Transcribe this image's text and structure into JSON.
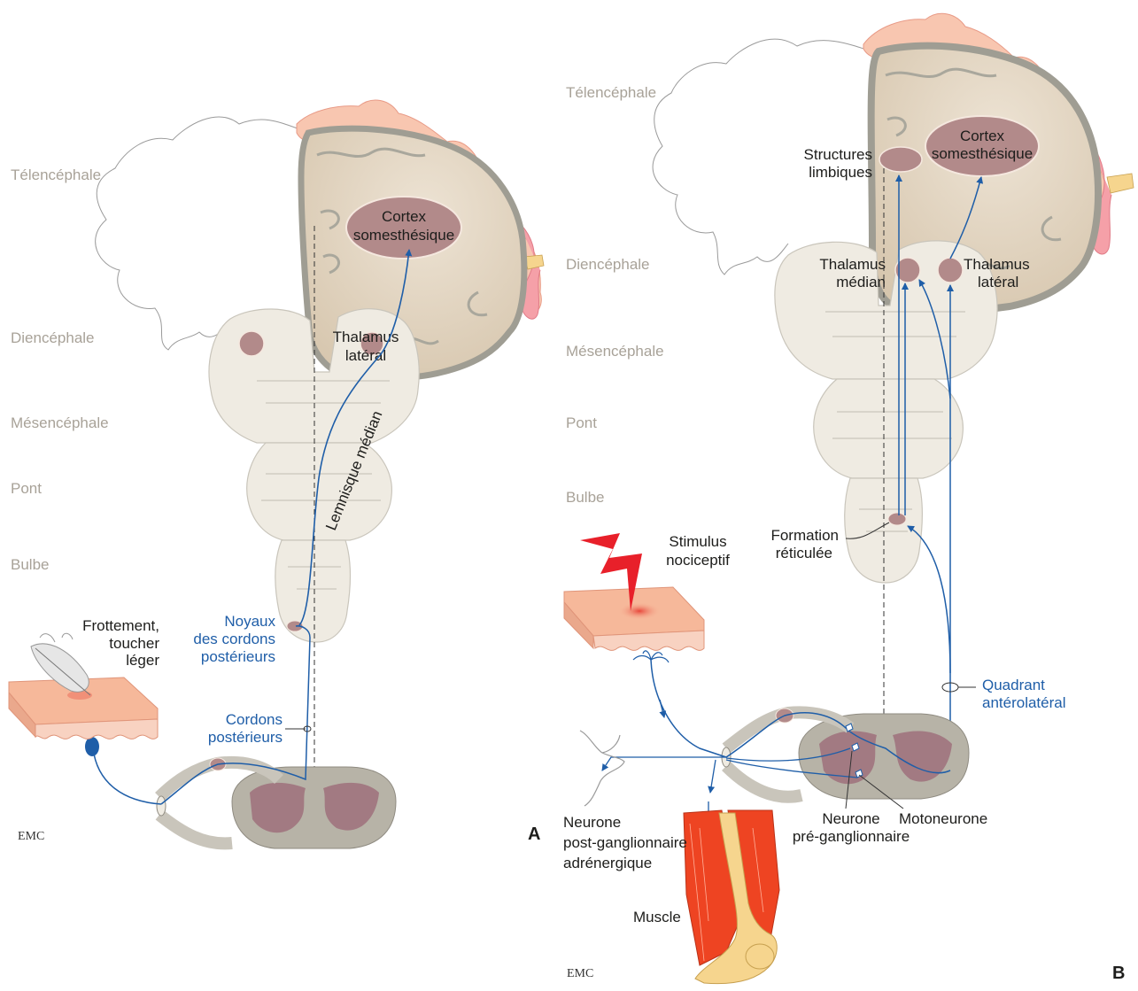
{
  "panel_a": {
    "letter": "A",
    "levels": [
      "Télencéphale",
      "Diencéphale",
      "Mésencéphale",
      "Pont",
      "Bulbe"
    ],
    "cortex": [
      "Cortex",
      "somesthésique"
    ],
    "thalamus": [
      "Thalamus",
      "latéral"
    ],
    "lemnisque": "Lemnisque médian",
    "stimulus": [
      "Frottement,",
      "toucher",
      "léger"
    ],
    "noyaux": [
      "Noyaux",
      "des cordons",
      "postérieurs"
    ],
    "cordons": [
      "Cordons",
      "postérieurs"
    ],
    "logo": "EMC"
  },
  "panel_b": {
    "letter": "B",
    "levels": [
      "Télencéphale",
      "Diencéphale",
      "Mésencéphale",
      "Pont",
      "Bulbe"
    ],
    "cortex": [
      "Cortex",
      "somesthésique"
    ],
    "limbic": [
      "Structures",
      "limbiques"
    ],
    "thal_median": [
      "Thalamus",
      "médian"
    ],
    "thal_lateral": [
      "Thalamus",
      "latéral"
    ],
    "formation": [
      "Formation",
      "réticulée"
    ],
    "stimulus": [
      "Stimulus",
      "nociceptif"
    ],
    "quadrant": [
      "Quadrant",
      "antérolatéral"
    ],
    "neurone_pre": [
      "Neurone",
      "pré-ganglionnaire"
    ],
    "motoneurone": "Motoneurone",
    "neurone_post": [
      "Neurone",
      "post-ganglionnaire",
      "adrénergique"
    ],
    "muscle": "Muscle",
    "logo": "EMC"
  },
  "colors": {
    "pathway": "#1f5ea8",
    "nucleus": "#b28a8a",
    "brain_fill": "#e8dccb",
    "brainstem": "#efebe2",
    "cortex_rim": "#a9a79c",
    "skin": "#f6b89a",
    "muscle": "#ee4422",
    "bone": "#f6d58e",
    "homunculus": "#f8c6b0",
    "grey_matter": "#a27a82"
  }
}
